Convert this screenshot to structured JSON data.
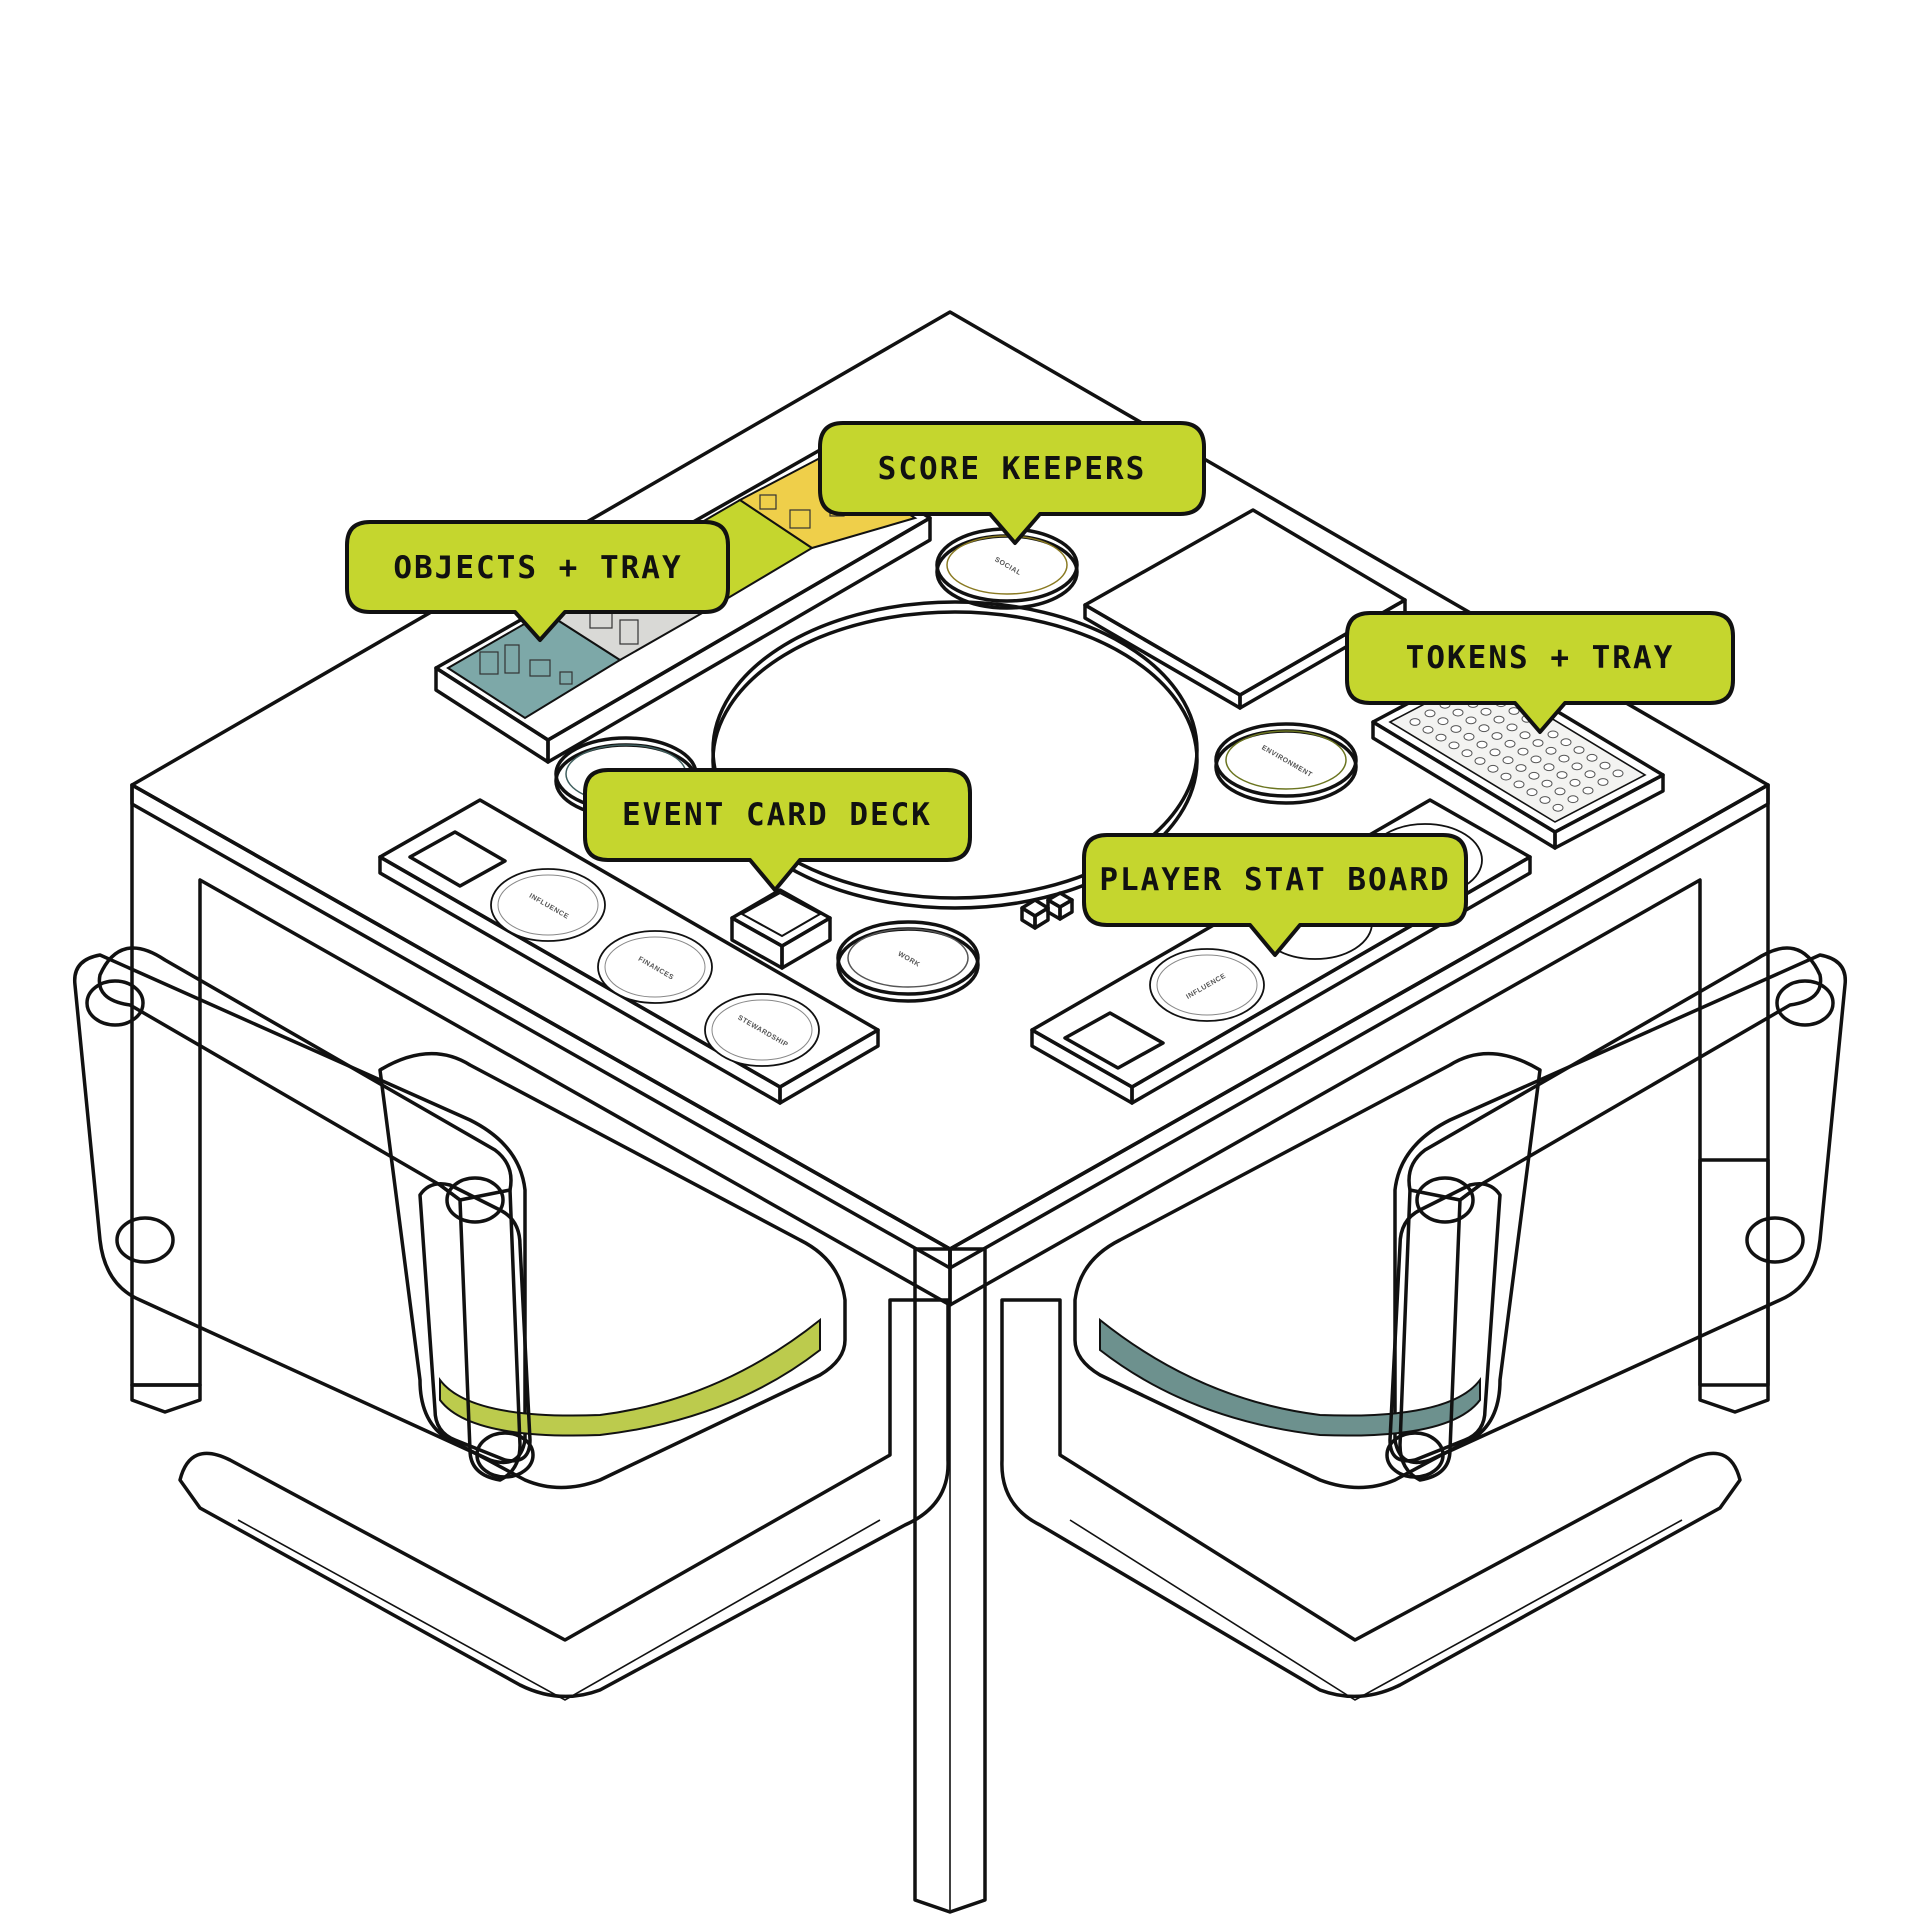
{
  "diagram": {
    "callouts": {
      "objects_tray": "OBJECTS + TRAY",
      "score_keepers": "SCORE KEEPERS",
      "tokens_tray": "TOKENS + TRAY",
      "event_card_deck": "EVENT CARD DECK",
      "player_stat_board": "PLAYER STAT BOARD"
    },
    "score_keeper_labels": {
      "top": "SOCIAL",
      "right": "ENVIRONMENT",
      "bottom": "WORK"
    },
    "stat_board_left_labels": [
      "INFLUENCE",
      "FINANCES",
      "STEWARDSHIP"
    ],
    "stat_board_right_labels": [
      "INFLUENCE"
    ],
    "colors": {
      "callout_fill": "#c5d62e",
      "chair_left": "#d3df62",
      "chair_right": "#84a8a5",
      "tray_teal": "#7da8a8",
      "tray_lime": "#c5d62e",
      "tray_yellow": "#efcf4a",
      "puck_yellow": "#efd54f",
      "puck_lime": "#d6e35c",
      "puck_teal": "#7da8a8",
      "puck_grey": "#b3b1ac",
      "outline": "#111111"
    }
  }
}
